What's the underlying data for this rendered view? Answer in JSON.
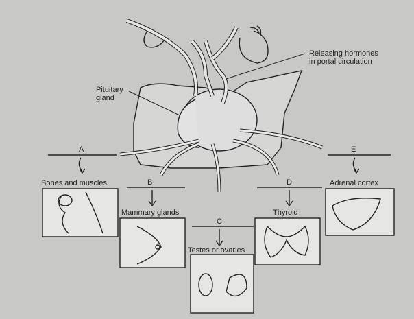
{
  "labels": {
    "releasing_hormones": "Releasing hormones",
    "releasing_hormones_2": "in portal circulation",
    "pituitary": "Pituitary",
    "pituitary_2": "gland",
    "a": "A",
    "b": "B",
    "c": "C",
    "d": "D",
    "e": "E",
    "bones": "Bones and muscles",
    "mammary": "Mammary glands",
    "testes": "Testes or ovaries",
    "thyroid": "Thyroid",
    "adrenal": "Adrenal cortex"
  },
  "colors": {
    "paper": "#c8c8c6",
    "ink": "#222222",
    "tissue": "#dcdcda"
  }
}
